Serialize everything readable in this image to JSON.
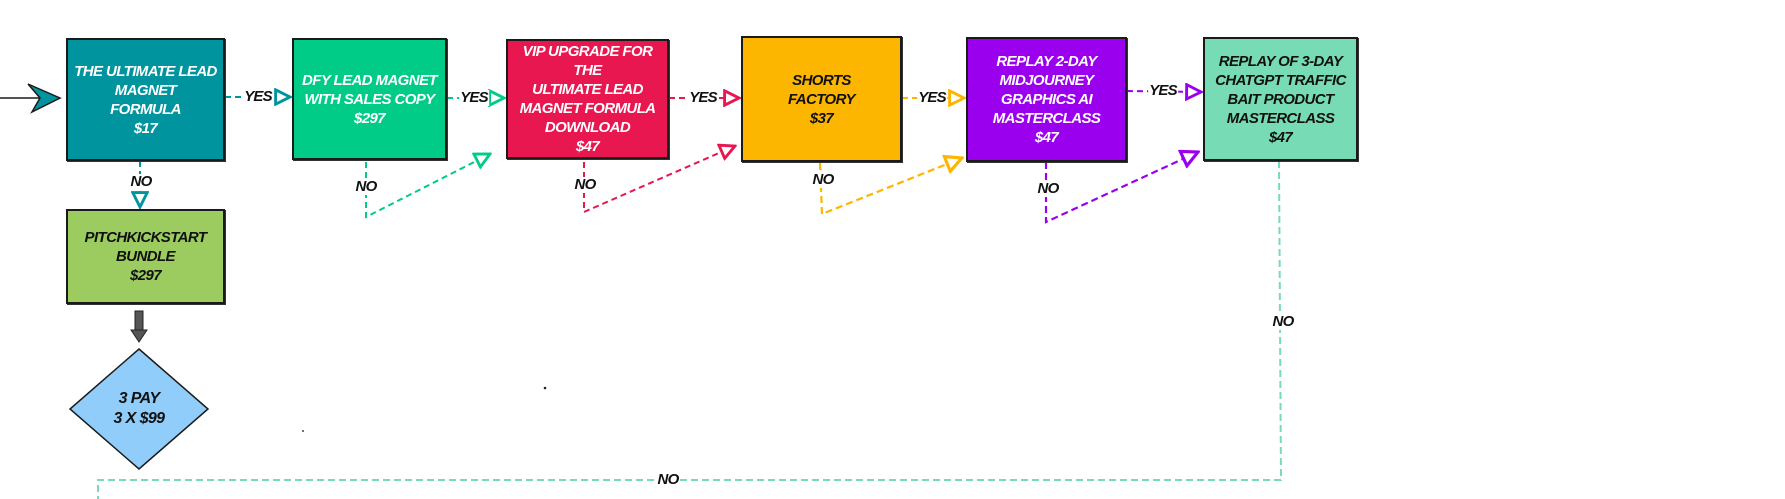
{
  "diagram": {
    "nodes": [
      {
        "id": "lead-magnet-formula",
        "title": "The Ultimate Lead Magnet Formula",
        "text": "THE ULTIMATE LEAD\nMAGNET\nFORMULA\n$17",
        "price": "$17",
        "fill": "#00949f",
        "text_color": "light"
      },
      {
        "id": "dfy-lead-magnet",
        "title": "DFY Lead Magnet With Sales Copy",
        "text": "DFY LEAD MAGNET\nWITH SALES COPY\n$297",
        "price": "$297",
        "fill": "#00cc88",
        "text_color": "light"
      },
      {
        "id": "vip-upgrade",
        "title": "VIP Upgrade for the Ultimate Lead Magnet Formula Download",
        "text": "VIP UPGRADE FOR THE\nULTIMATE LEAD\nMAGNET FORMULA\nDOWNLOAD\n$47",
        "price": "$47",
        "fill": "#e8174f",
        "text_color": "light"
      },
      {
        "id": "shorts-factory",
        "title": "Shorts Factory",
        "text": "SHORTS\nFACTORY\n$37",
        "price": "$37",
        "fill": "#fdb600",
        "text_color": "dark"
      },
      {
        "id": "midjourney-masterclass",
        "title": "Replay 2-Day Midjourney Graphics AI Masterclass",
        "text": "REPLAY 2-DAY\nMIDJOURNEY\nGRAPHICS AI\nMASTERCLASS\n$47",
        "price": "$47",
        "fill": "#9b00ee",
        "text_color": "light"
      },
      {
        "id": "chatgpt-masterclass",
        "title": "Replay of 3-Day ChatGPT Traffic Bait Product Masterclass",
        "text": "REPLAY OF 3-DAY\nCHATGPT TRAFFIC\nBAIT PRODUCT\nMASTERCLASS\n$47",
        "price": "$47",
        "fill": "#77dcb5",
        "text_color": "dark"
      },
      {
        "id": "pitchkickstart-bundle",
        "title": "PitchKickstart Bundle",
        "text": "PITCHKICKSTART\nBUNDLE\n$297",
        "price": "$297",
        "fill": "#9ccc60",
        "text_color": "dark"
      }
    ],
    "decision": {
      "id": "three-pay",
      "text": "3 PAY\n3 X $99",
      "fill": "#90cdfa"
    },
    "edges": [
      {
        "from": "entry",
        "to": "lead-magnet-formula",
        "label": "",
        "color": "#1a1a1a"
      },
      {
        "from": "lead-magnet-formula",
        "to": "dfy-lead-magnet",
        "label": "YES",
        "color": "#00949f"
      },
      {
        "from": "lead-magnet-formula",
        "to": "pitchkickstart-bundle",
        "label": "NO",
        "color": "#00949f"
      },
      {
        "from": "dfy-lead-magnet",
        "to": "vip-upgrade",
        "label": "YES",
        "color": "#00cc88"
      },
      {
        "from": "dfy-lead-magnet",
        "to": "vip-upgrade",
        "label": "NO",
        "color": "#00cc88"
      },
      {
        "from": "vip-upgrade",
        "to": "shorts-factory",
        "label": "YES",
        "color": "#e8174f"
      },
      {
        "from": "vip-upgrade",
        "to": "shorts-factory",
        "label": "NO",
        "color": "#e8174f"
      },
      {
        "from": "shorts-factory",
        "to": "midjourney-masterclass",
        "label": "YES",
        "color": "#fdb600"
      },
      {
        "from": "shorts-factory",
        "to": "midjourney-masterclass",
        "label": "NO",
        "color": "#fdb600"
      },
      {
        "from": "midjourney-masterclass",
        "to": "chatgpt-masterclass",
        "label": "YES",
        "color": "#9b00ee"
      },
      {
        "from": "midjourney-masterclass",
        "to": "chatgpt-masterclass",
        "label": "NO",
        "color": "#9b00ee"
      },
      {
        "from": "chatgpt-masterclass",
        "to": "exit",
        "label": "NO",
        "color": "#77dcb5"
      },
      {
        "from": "chatgpt-masterclass",
        "to": "exit",
        "label": "NO",
        "color": "#77dcb5"
      },
      {
        "from": "pitchkickstart-bundle",
        "to": "three-pay",
        "label": "",
        "color": "#555555"
      }
    ]
  }
}
